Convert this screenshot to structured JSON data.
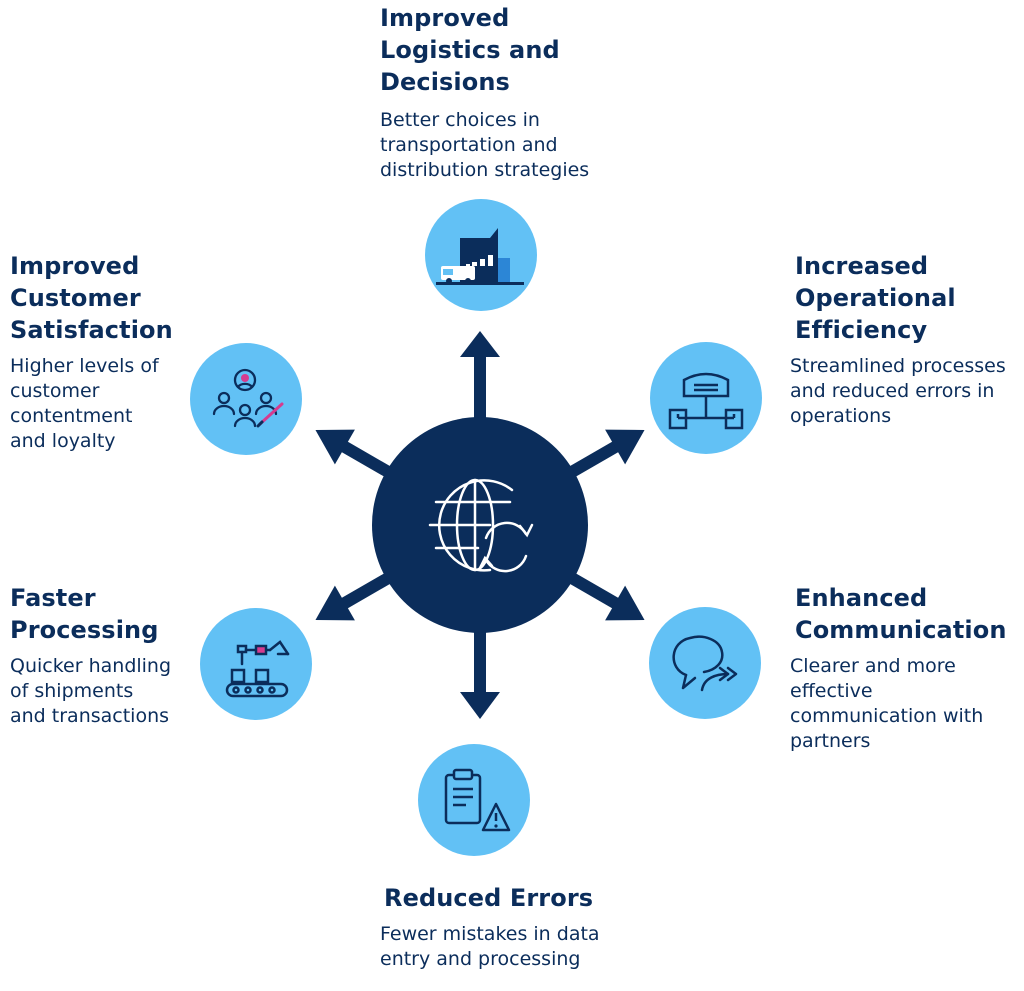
{
  "colors": {
    "navy": "#0b2d5b",
    "light_blue": "#62c1f5",
    "mid_blue": "#2c86d6",
    "white": "#ffffff",
    "accent_pink": "#d63b8f"
  },
  "hub": {
    "icon": "globe-sync-icon"
  },
  "benefits": [
    {
      "title": "Improved Logistics and Decisions",
      "title_lines": [
        "Improved",
        "Logistics and",
        "Decisions"
      ],
      "description_lines": [
        "Better choices in",
        "transportation and",
        "distribution strategies"
      ],
      "icon": "warehouse-truck-icon"
    },
    {
      "title": "Increased Operational Efficiency",
      "title_lines": [
        "Increased",
        "Operational",
        "Efficiency"
      ],
      "description_lines": [
        "Streamlined processes",
        "and reduced errors in",
        "operations"
      ],
      "icon": "network-structure-icon"
    },
    {
      "title": "Enhanced Communication",
      "title_lines": [
        "Enhanced",
        "Communication"
      ],
      "description_lines": [
        "Clearer and more",
        "effective",
        "communication with",
        "partners"
      ],
      "icon": "chat-forward-icon"
    },
    {
      "title": "Reduced Errors",
      "title_lines": [
        "Reduced Errors"
      ],
      "description_lines": [
        "Fewer mistakes in data",
        "entry and processing"
      ],
      "icon": "clipboard-warning-icon"
    },
    {
      "title": "Faster Processing",
      "title_lines": [
        "Faster",
        "Processing"
      ],
      "description_lines": [
        "Quicker handling",
        "of shipments",
        "and transactions"
      ],
      "icon": "conveyor-robot-icon"
    },
    {
      "title": "Improved Customer Satisfaction",
      "title_lines": [
        "Improved",
        "Customer",
        "Satisfaction"
      ],
      "description_lines": [
        "Higher levels of",
        "customer",
        "contentment",
        "and loyalty"
      ],
      "icon": "customer-group-icon"
    }
  ]
}
